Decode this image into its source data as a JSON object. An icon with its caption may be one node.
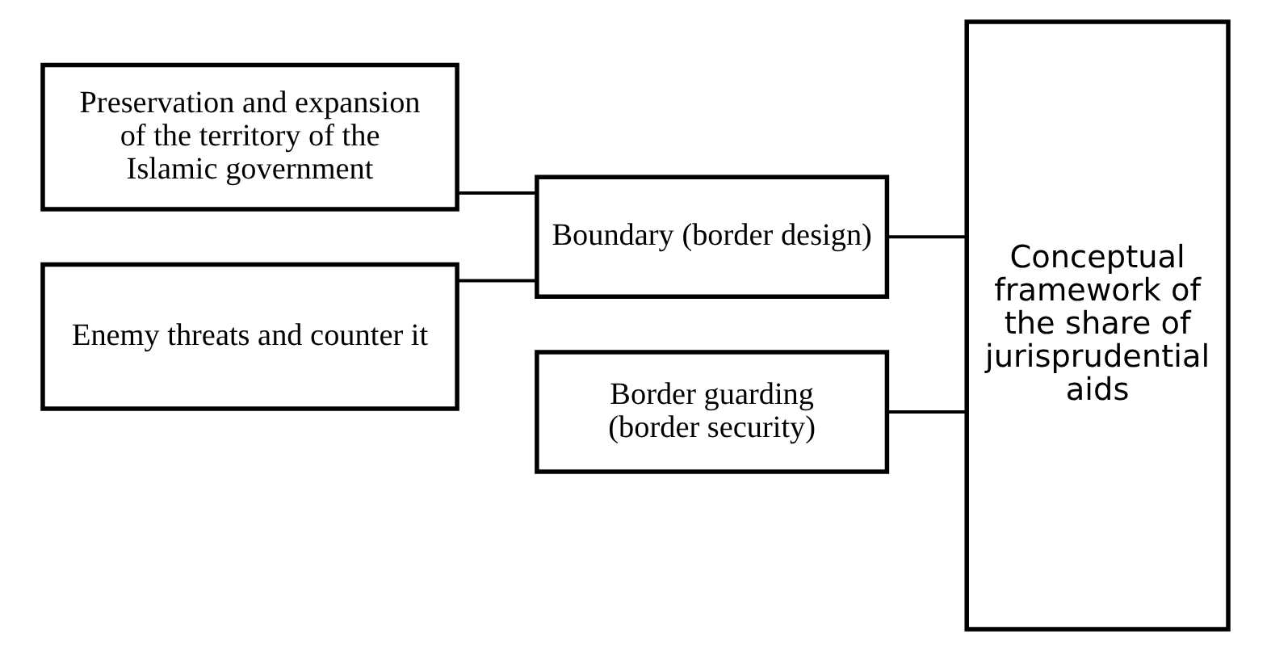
{
  "diagram": {
    "nodes": [
      {
        "text": [
          "Preservation and expansion of the territory of the Islamic government"
        ]
      },
      {
        "text": [
          "Enemy threats and counter it"
        ]
      },
      {
        "text": [
          "Boundary (border design)"
        ]
      },
      {
        "text": [
          "Border guarding (border security)"
        ]
      },
      {
        "text": [
          "Conceptual framework of the share of jurisprudential aids"
        ]
      }
    ],
    "edges": [
      {
        "from": 0,
        "to": 2,
        "arrow": "none"
      },
      {
        "from": 1,
        "to": 2,
        "arrow": "none"
      },
      {
        "from": 2,
        "to": 4,
        "arrow": "none"
      },
      {
        "from": 3,
        "to": 4,
        "arrow": "none"
      }
    ]
  }
}
